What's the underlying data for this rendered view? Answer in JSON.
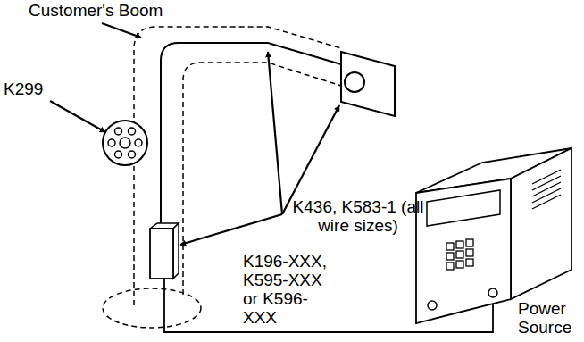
{
  "diagram": {
    "labels": [
      "Customer's Boom",
      "K299",
      "K436, K583-1 (all wire sizes)",
      "K196-XXX, K595-XXX or K596-XXX",
      "Power Source"
    ]
  }
}
